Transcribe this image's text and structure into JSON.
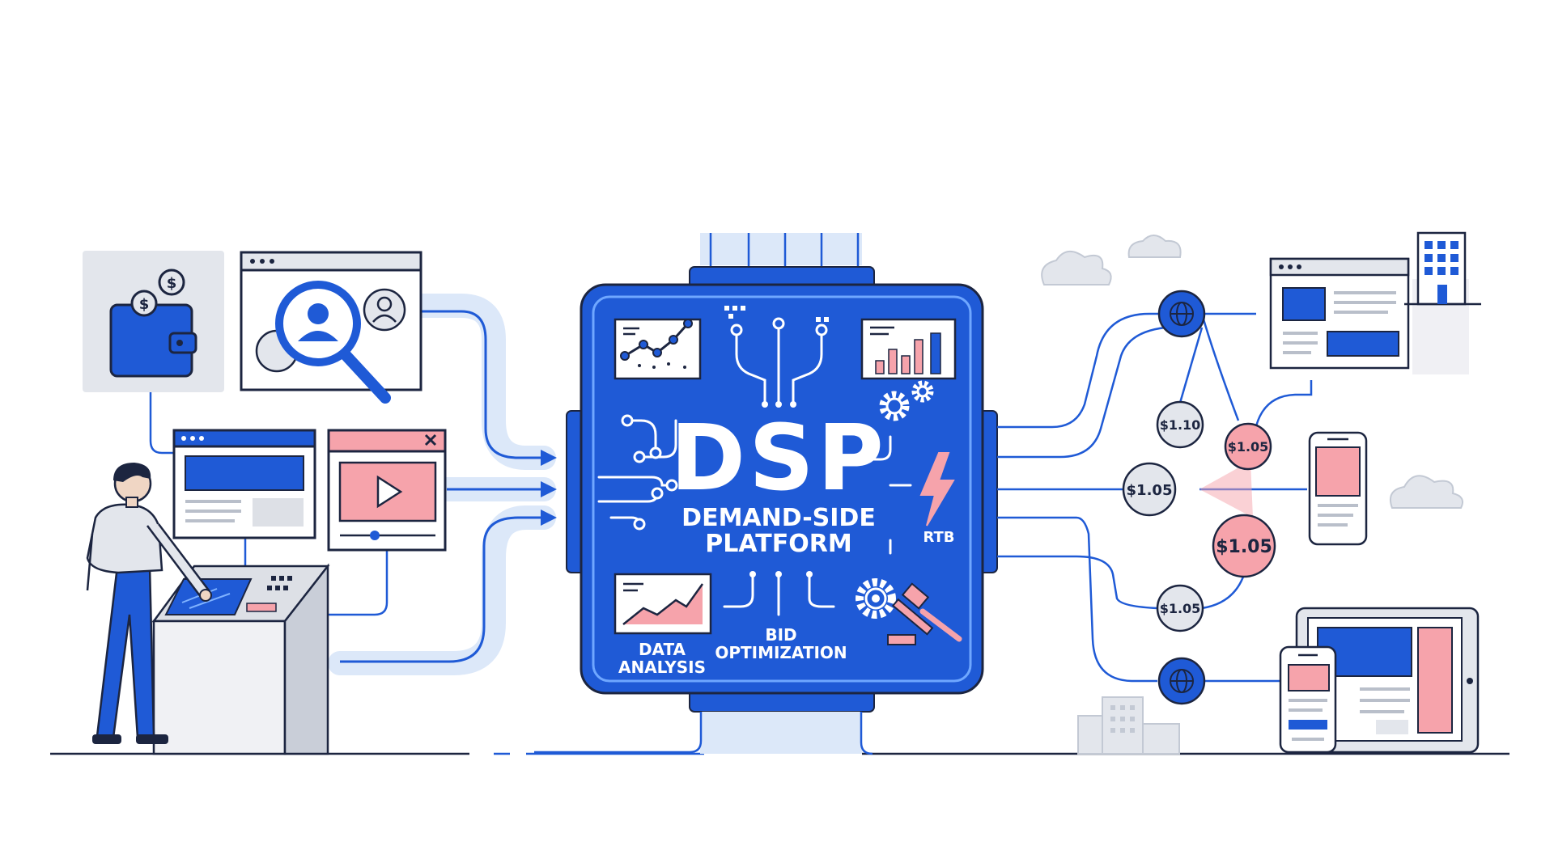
{
  "center": {
    "title": "DSP",
    "subtitle_line1": "DEMAND-SIDE",
    "subtitle_line2": "PLATFORM",
    "label_data_1": "DATA",
    "label_data_2": "ANALYSIS",
    "label_bid_1": "BID",
    "label_bid_2": "OPTIMIZATION",
    "label_rtb": "RTB"
  },
  "bids": [
    "$1.10",
    "$1.05",
    "$1.05",
    "$1.05",
    "$1.05"
  ],
  "colors": {
    "primary": "#1f5ad6",
    "light": "#dce8f9",
    "pink": "#f6a3ab",
    "gray": "#e3e6ec",
    "dark": "#1c2540"
  },
  "icons": [
    "wallet-icon",
    "audience-search-icon",
    "ad-browser-icon",
    "video-ad-icon",
    "advertiser-person-icon",
    "kiosk-icon",
    "globe-icon",
    "publisher-webpage-icon",
    "building-icon",
    "smartphone-icon",
    "tablet-icon",
    "cloud-icon",
    "gear-icon",
    "gavel-icon",
    "lightning-icon"
  ]
}
